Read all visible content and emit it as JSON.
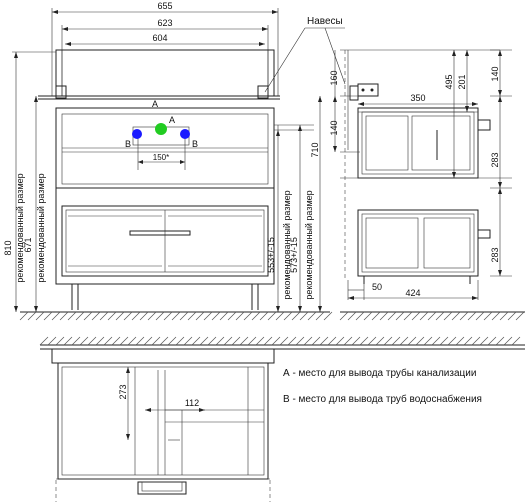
{
  "title": "",
  "dimensions": {
    "top_width_total": "655",
    "top_width_body": "623",
    "top_width_inner": "604",
    "height_total": "810",
    "height_cabinet": "671",
    "rec_label_1": "рекомендованный размер",
    "rec_label_2": "рекомендованный размер",
    "right_height": "710",
    "height_553": "553+/-15",
    "height_573": "573+/-15",
    "rec_label_3": "рекомендованный размер",
    "rec_label_4": "рекомендованный размер",
    "side_160": "160",
    "side_140": "140",
    "side_495": "495",
    "side_201": "201",
    "side_350": "350",
    "side_r140": "140",
    "side_283a": "283",
    "side_283b": "283",
    "side_50": "50",
    "side_424": "424",
    "pipe_150": "150*",
    "plan_273": "273",
    "plan_112": "112"
  },
  "labels": {
    "hinges": "Навесы",
    "point_a": "A",
    "point_a2": "A",
    "point_b_left": "B",
    "point_b_right": "B"
  },
  "legend": {
    "a_text": "А - место для вывода трубы канализации",
    "b_text": "В - место для вывода труб водоснабжения"
  },
  "colors": {
    "water_point": "#1a1aff",
    "drain_point": "#22cc22",
    "line": "#222222"
  }
}
